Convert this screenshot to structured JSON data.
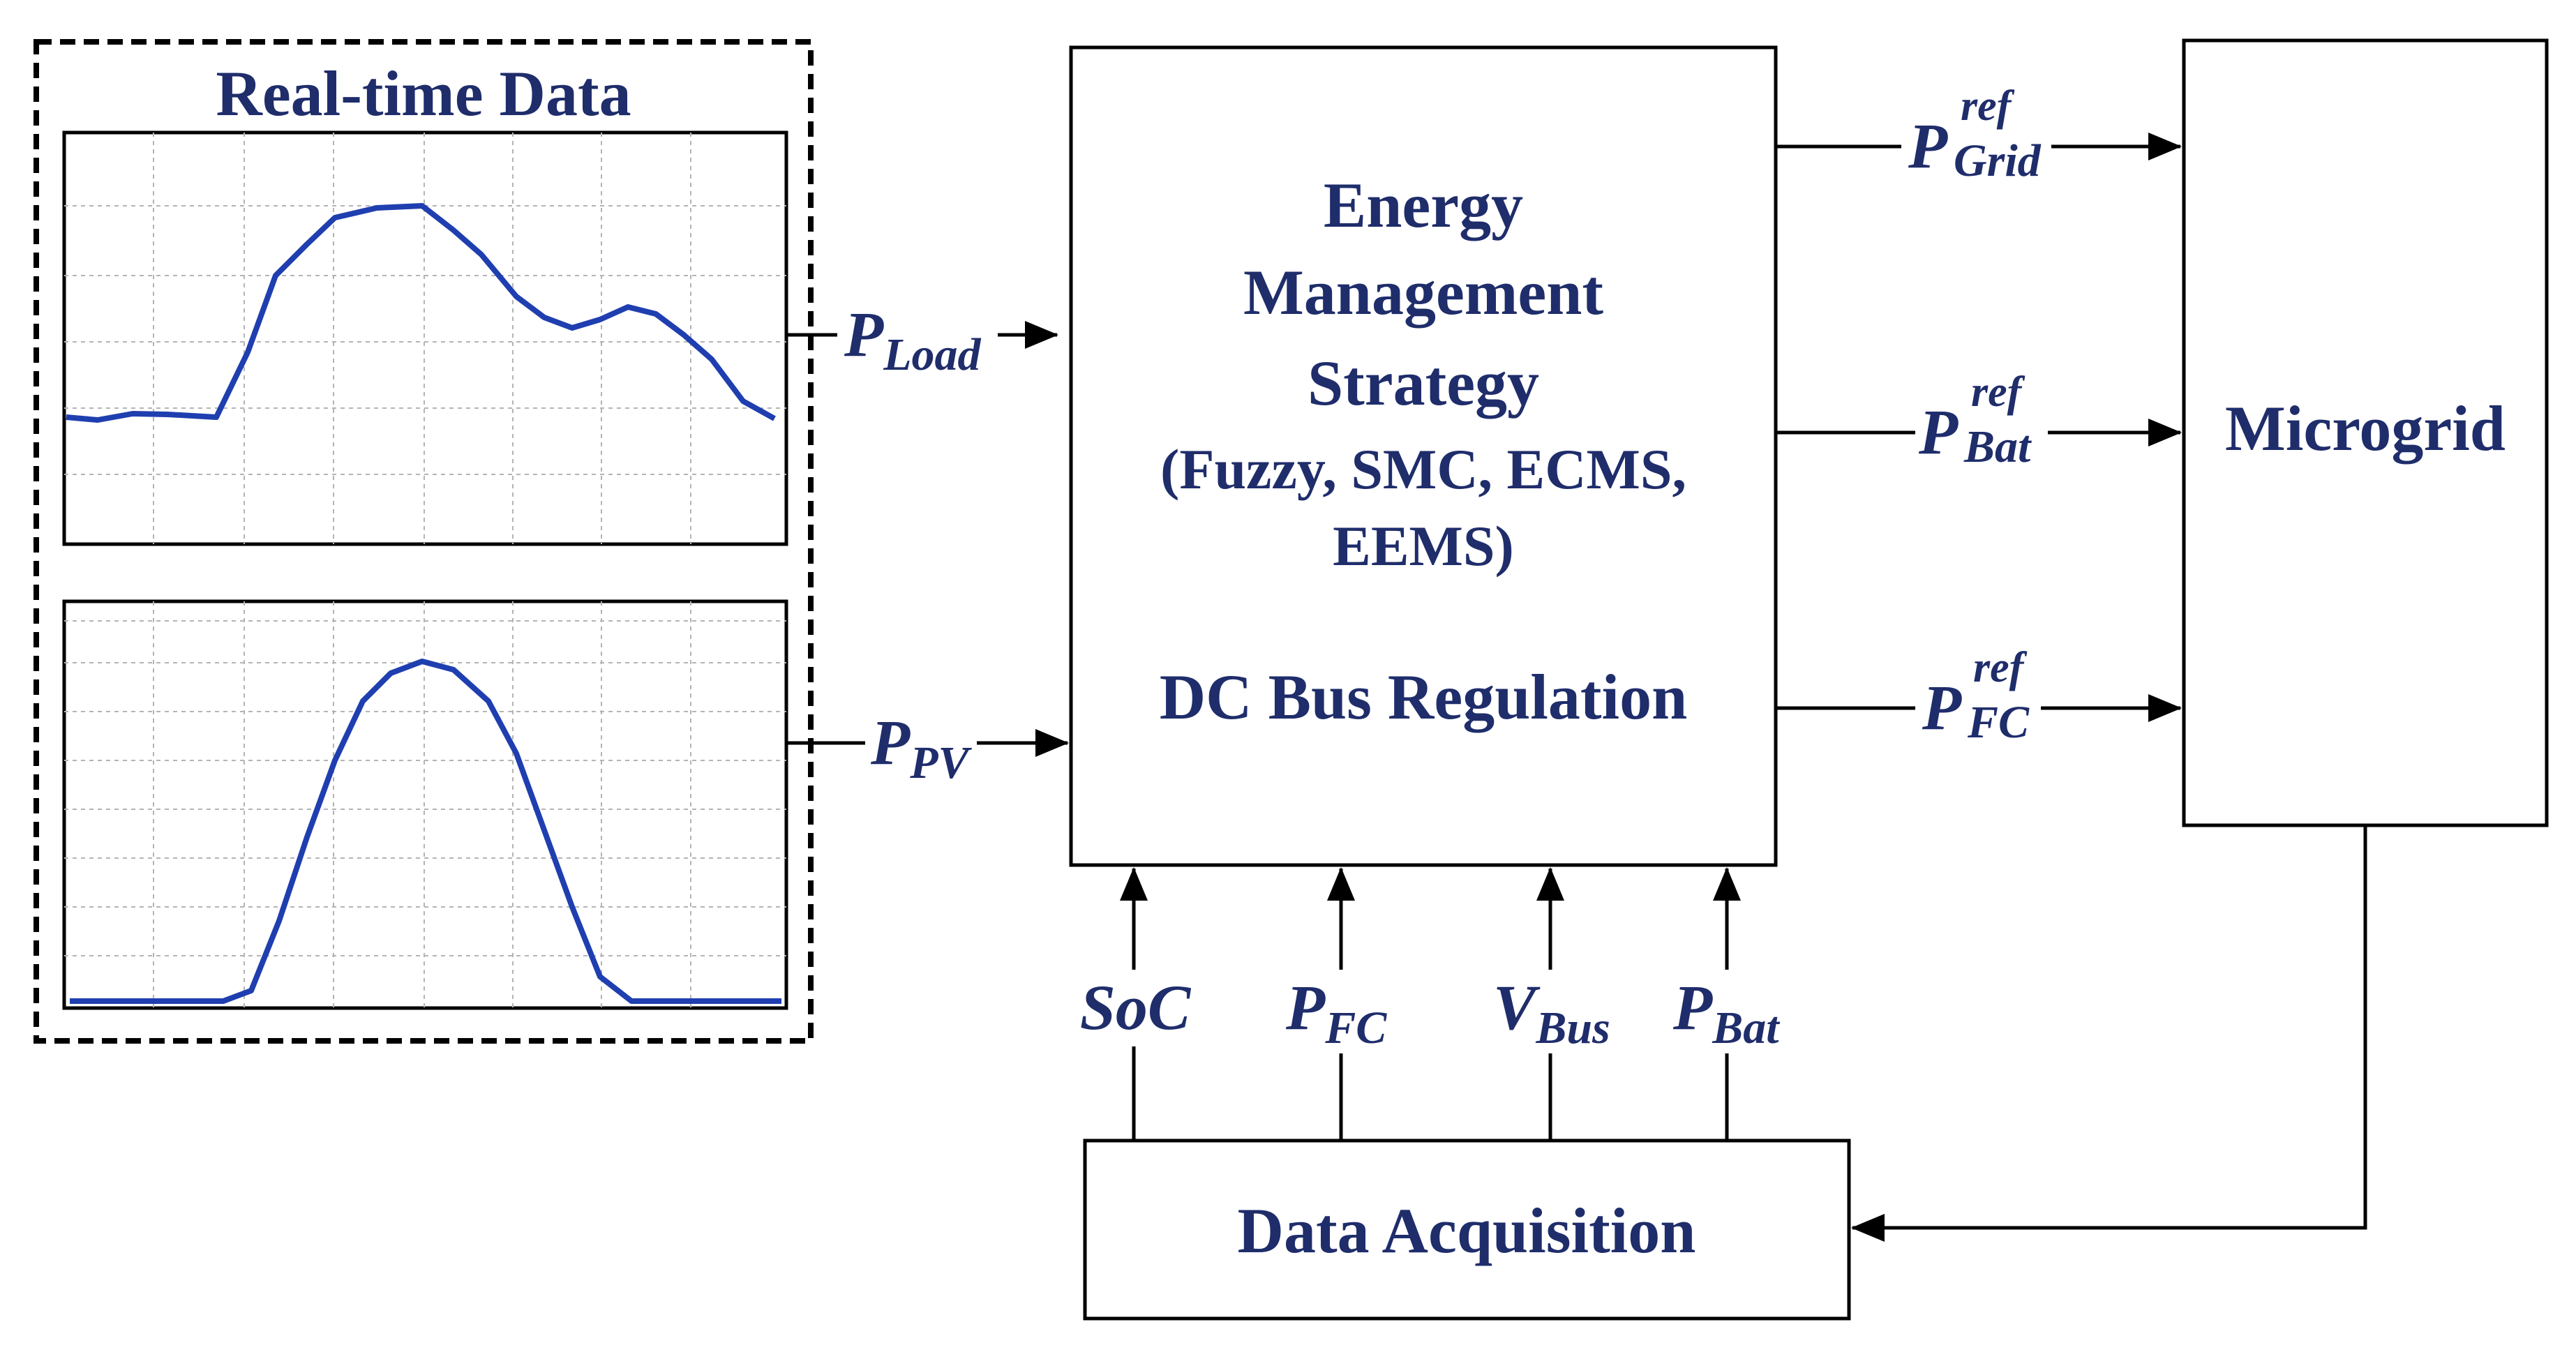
{
  "realtime_panel": {
    "title": "Real-time Data",
    "curve_color": "#1f3fb0"
  },
  "signals": {
    "load": {
      "base": "P",
      "sub": "Load"
    },
    "pv": {
      "base": "P",
      "sub": "PV"
    },
    "grid_ref": {
      "base": "P",
      "sub": "Grid",
      "sup": "ref"
    },
    "bat_ref": {
      "base": "P",
      "sub": "Bat",
      "sup": "ref"
    },
    "fc_ref": {
      "base": "P",
      "sub": "FC",
      "sup": "ref"
    },
    "soc": {
      "base": "SoC"
    },
    "fc": {
      "base": "P",
      "sub": "FC"
    },
    "vbus": {
      "base": "V",
      "sub": "Bus"
    },
    "bat": {
      "base": "P",
      "sub": "Bat"
    }
  },
  "ems_block": {
    "line1": "Energy",
    "line2": "Management",
    "line3": "Strategy",
    "line4": "(Fuzzy, SMC, ECMS,",
    "line5": "EEMS)",
    "line6": "DC Bus Regulation"
  },
  "microgrid_block": {
    "label": "Microgrid"
  },
  "daq_block": {
    "label": "Data Acquisition"
  },
  "colors": {
    "text": "#1f2d6b",
    "lines": "#000000"
  }
}
